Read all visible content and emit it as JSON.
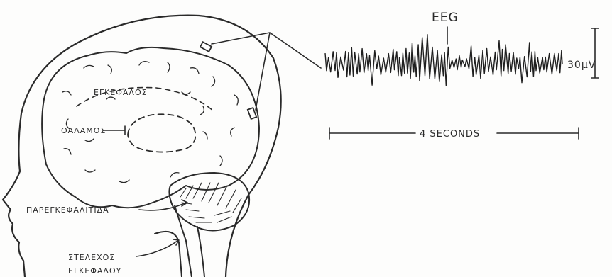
{
  "labels": {
    "brain": "ΕΓΚΕΦΑΛΟΣ",
    "thalamus": "ΘΑΛΑΜΟΣ",
    "cerebellum": "ΠΑΡΕΓΚΕΦΑΛΙΤΙΔΑ",
    "brainstem_line1": "ΣΤΕΛΕΧΟΣ",
    "brainstem_line2": "ΕΓΚΕΦΑΛΟΥ",
    "eeg_title": "EEG",
    "amplitude": "30μV",
    "time_scale": "4 SECONDS"
  }
}
